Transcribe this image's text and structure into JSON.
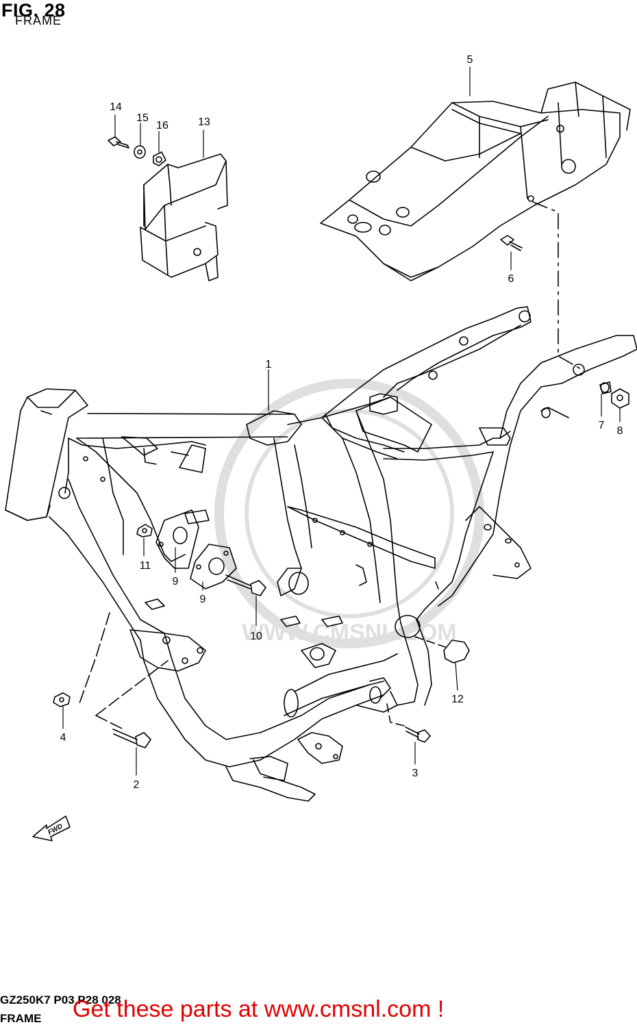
{
  "header": {
    "title": "FIG. 28",
    "subtitle": "FRAME"
  },
  "callouts": [
    {
      "id": "callout-1",
      "text": "1"
    },
    {
      "id": "callout-2",
      "text": "2"
    },
    {
      "id": "callout-3",
      "text": "3"
    },
    {
      "id": "callout-4",
      "text": "4"
    },
    {
      "id": "callout-5",
      "text": "5"
    },
    {
      "id": "callout-6",
      "text": "6"
    },
    {
      "id": "callout-7",
      "text": "7"
    },
    {
      "id": "callout-8",
      "text": "8"
    },
    {
      "id": "callout-9a",
      "text": "9"
    },
    {
      "id": "callout-9b",
      "text": "9"
    },
    {
      "id": "callout-10",
      "text": "10"
    },
    {
      "id": "callout-11",
      "text": "11"
    },
    {
      "id": "callout-12",
      "text": "12"
    },
    {
      "id": "callout-13",
      "text": "13"
    },
    {
      "id": "callout-14",
      "text": "14"
    },
    {
      "id": "callout-15",
      "text": "15"
    },
    {
      "id": "callout-16",
      "text": "16"
    }
  ],
  "fwd_label": "FWD",
  "watermark_text": "WWW.CMSNL.COM",
  "footer": {
    "code": "GZ250K7 P03 P28 028",
    "frame": "FRAME",
    "promo": "Get these parts at www.cmsnl.com !"
  },
  "colors": {
    "promo": "#e00000",
    "line": "#000000"
  }
}
